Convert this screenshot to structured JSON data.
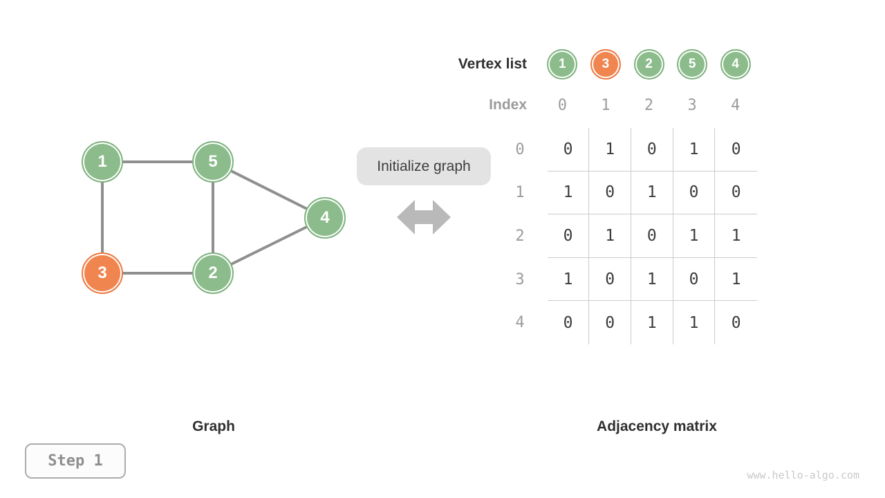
{
  "colors": {
    "node_green": "#8cbc8c",
    "node_orange": "#f0854f",
    "edge_gray": "#8f8f8f",
    "grid_line": "#cbcbcb",
    "muted_text": "#9b9b9b",
    "dark_text": "#3c3c3c",
    "pill_bg": "#e3e3e3",
    "arrow_gray": "#b9b9b9"
  },
  "graph_panel": {
    "caption": "Graph",
    "nodes": [
      {
        "label": "1",
        "color": "green"
      },
      {
        "label": "5",
        "color": "green"
      },
      {
        "label": "4",
        "color": "green"
      },
      {
        "label": "3",
        "color": "orange"
      },
      {
        "label": "2",
        "color": "green"
      }
    ],
    "edges": [
      [
        "1",
        "5"
      ],
      [
        "1",
        "3"
      ],
      [
        "5",
        "2"
      ],
      [
        "5",
        "4"
      ],
      [
        "3",
        "2"
      ],
      [
        "2",
        "4"
      ]
    ]
  },
  "transform": {
    "label": "Initialize graph",
    "arrow": "double-headed-horizontal-arrow"
  },
  "matrix_panel": {
    "caption": "Adjacency matrix",
    "vertex_list_label": "Vertex list",
    "index_label": "Index",
    "vertices": [
      {
        "label": "1",
        "color": "green"
      },
      {
        "label": "3",
        "color": "orange"
      },
      {
        "label": "2",
        "color": "green"
      },
      {
        "label": "5",
        "color": "green"
      },
      {
        "label": "4",
        "color": "green"
      }
    ],
    "indices": [
      "0",
      "1",
      "2",
      "3",
      "4"
    ],
    "rows": [
      {
        "label": "0",
        "values": [
          "0",
          "1",
          "0",
          "1",
          "0"
        ]
      },
      {
        "label": "1",
        "values": [
          "1",
          "0",
          "1",
          "0",
          "0"
        ]
      },
      {
        "label": "2",
        "values": [
          "0",
          "1",
          "0",
          "1",
          "1"
        ]
      },
      {
        "label": "3",
        "values": [
          "1",
          "0",
          "1",
          "0",
          "1"
        ]
      },
      {
        "label": "4",
        "values": [
          "0",
          "0",
          "1",
          "1",
          "0"
        ]
      }
    ]
  },
  "footer": {
    "step_label": "Step 1",
    "watermark": "www.hello-algo.com"
  }
}
